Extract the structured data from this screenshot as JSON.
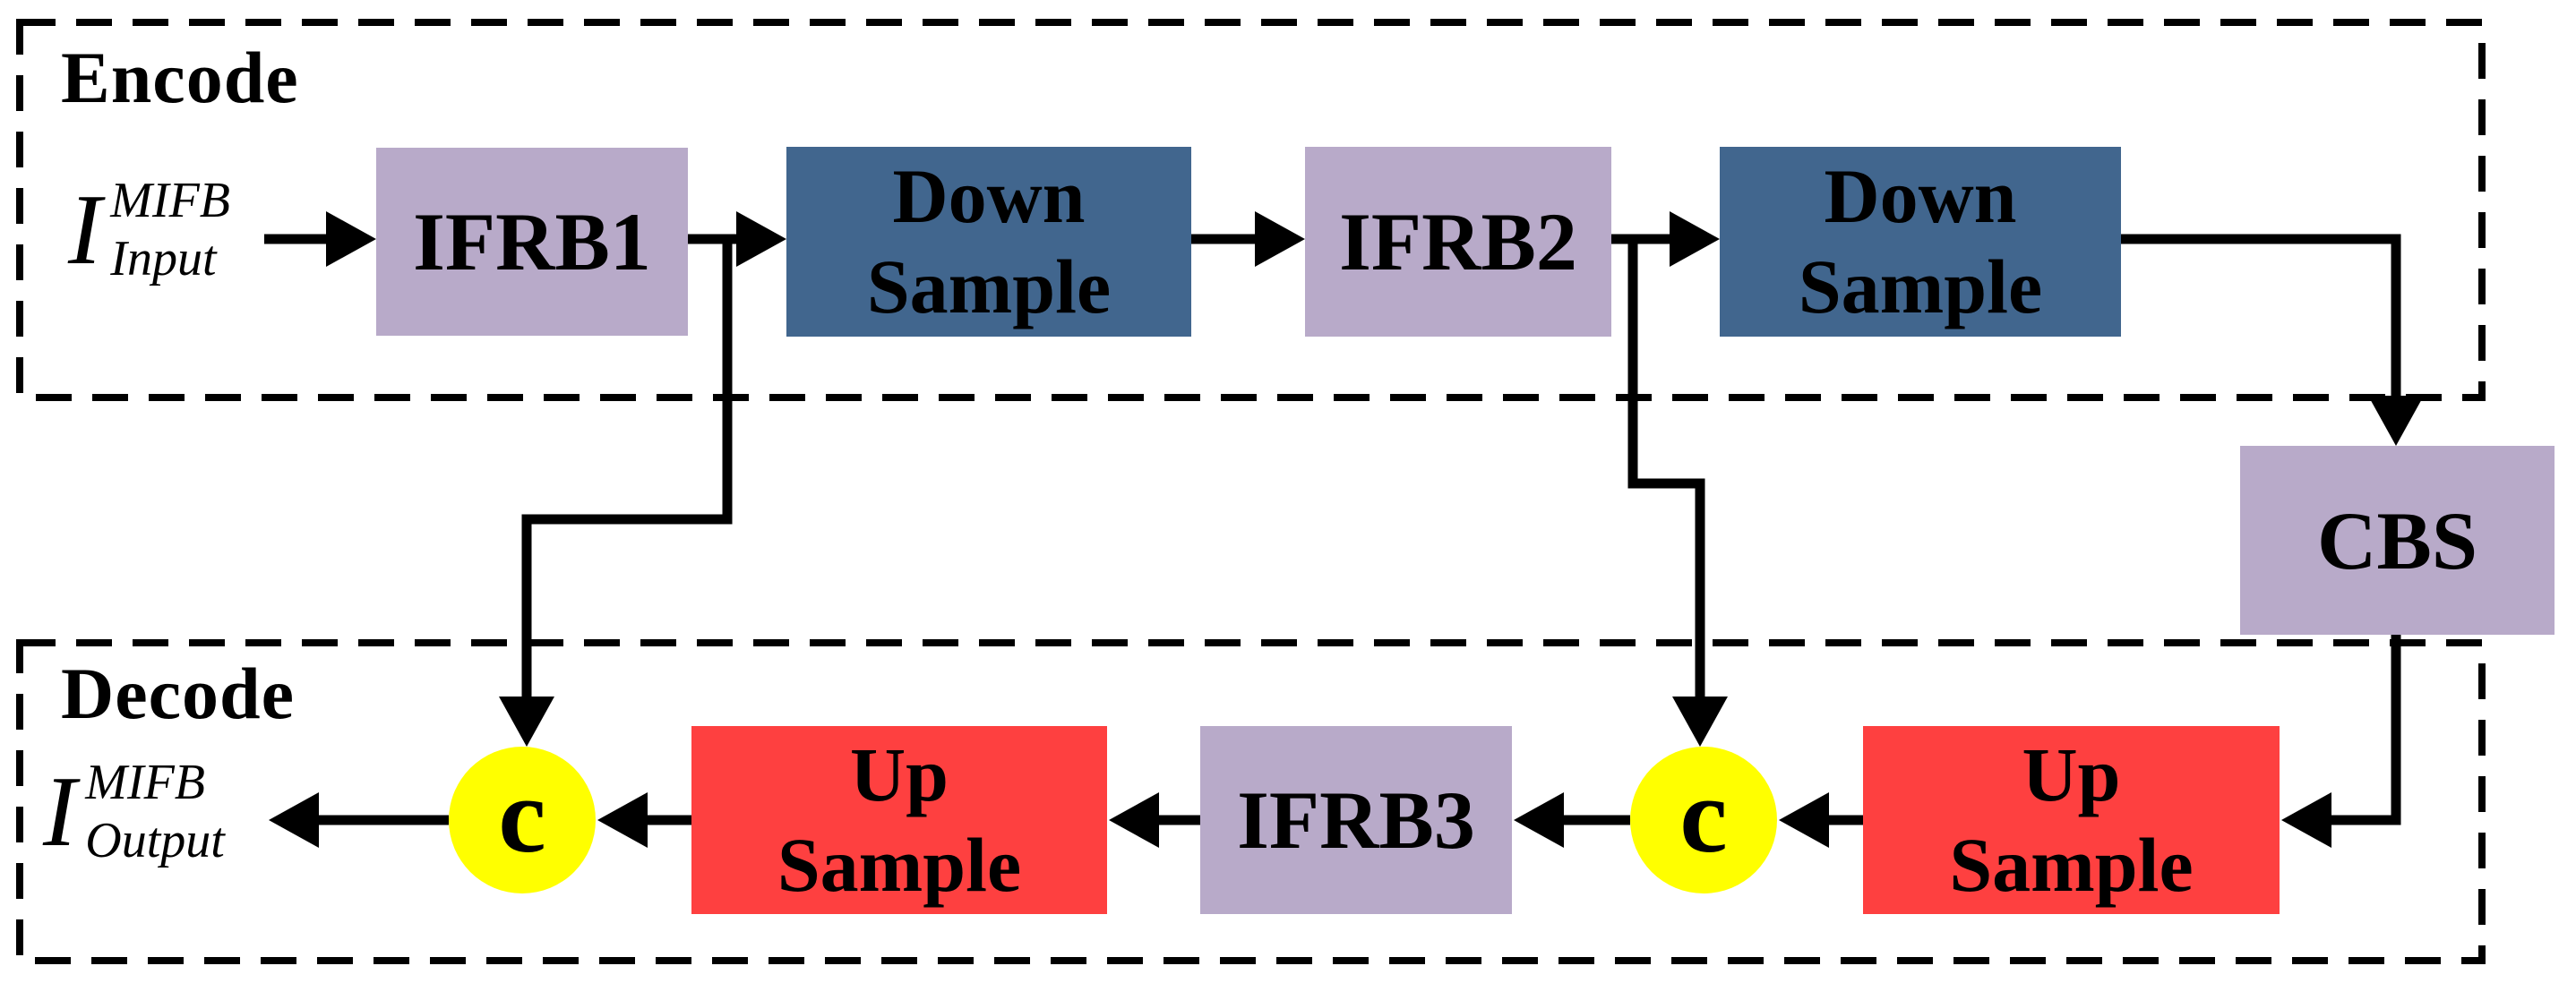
{
  "figure": {
    "encode": {
      "title": "Encode",
      "input_label": {
        "base": "I",
        "sup": "MIFB",
        "sub": "Input"
      },
      "ifrb1_label": "IFRB1",
      "down1": {
        "line1": "Down",
        "line2": "Sample"
      },
      "ifrb2_label": "IFRB2",
      "down2": {
        "line1": "Down",
        "line2": "Sample"
      }
    },
    "cbs_label": "CBS",
    "decode": {
      "title": "Decode",
      "output_label": {
        "base": "I",
        "sup": "MIFB",
        "sub": "Output"
      },
      "up1": {
        "line1": "Up",
        "line2": "Sample"
      },
      "ifrb3_label": "IFRB3",
      "up2": {
        "line1": "Up",
        "line2": "Sample"
      },
      "concat1_label": "c",
      "concat2_label": "c"
    },
    "colors": {
      "ifrb_cbs_purple": "#b8aac9",
      "downsample_blue": "#41668e",
      "upsample_red": "#fe4040",
      "concat_yellow": "#ffff00",
      "line_black": "#000000",
      "background_white": "#ffffff"
    }
  }
}
